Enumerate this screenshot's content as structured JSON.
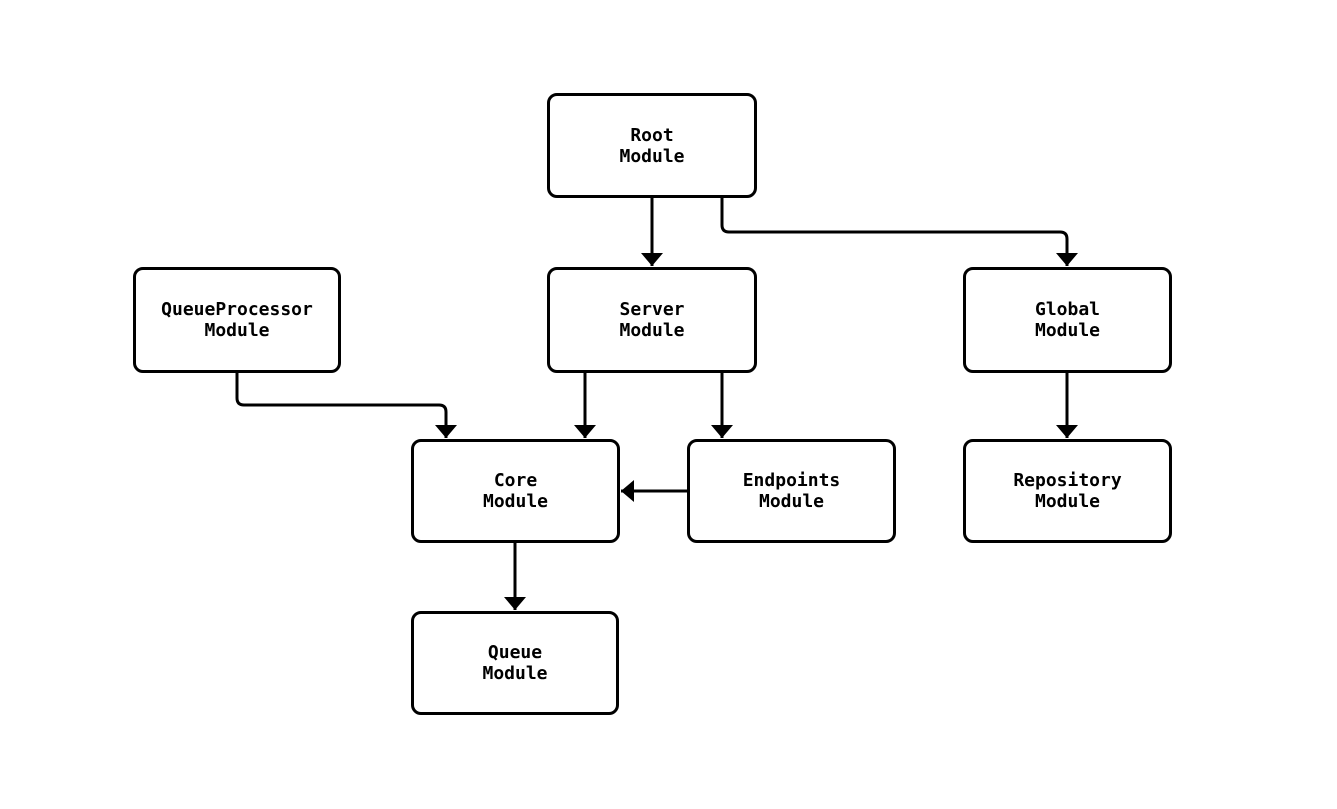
{
  "diagram": {
    "type": "module-dependency-graph",
    "colors": {
      "background": "#ffffff",
      "node_fill": "#ffffff",
      "node_border": "#000000",
      "edge_stroke": "#000000",
      "text": "#000000"
    },
    "nodes": [
      {
        "id": "root",
        "line1": "Root",
        "line2": "Module"
      },
      {
        "id": "queueprocessor",
        "line1": "QueueProcessor",
        "line2": "Module"
      },
      {
        "id": "server",
        "line1": "Server",
        "line2": "Module"
      },
      {
        "id": "global",
        "line1": "Global",
        "line2": "Module"
      },
      {
        "id": "core",
        "line1": "Core",
        "line2": "Module"
      },
      {
        "id": "endpoints",
        "line1": "Endpoints",
        "line2": "Module"
      },
      {
        "id": "repository",
        "line1": "Repository",
        "line2": "Module"
      },
      {
        "id": "queue",
        "line1": "Queue",
        "line2": "Module"
      }
    ],
    "edges": [
      {
        "from": "root",
        "to": "server"
      },
      {
        "from": "root",
        "to": "global"
      },
      {
        "from": "queueprocessor",
        "to": "core"
      },
      {
        "from": "server",
        "to": "core"
      },
      {
        "from": "server",
        "to": "endpoints"
      },
      {
        "from": "endpoints",
        "to": "core"
      },
      {
        "from": "global",
        "to": "repository"
      },
      {
        "from": "core",
        "to": "queue"
      }
    ]
  }
}
